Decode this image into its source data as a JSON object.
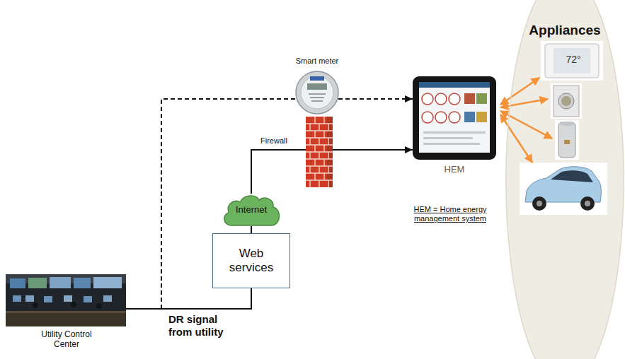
{
  "diagram": {
    "nodes": [
      {
        "text": [
          "Smart meter"
        ]
      },
      {
        "text": [
          "Firewall"
        ]
      },
      {
        "text": [
          "HEM"
        ]
      },
      {
        "text": [
          "Appliances"
        ]
      },
      {
        "text": [
          "Internet"
        ]
      },
      {
        "text": [
          "Web services"
        ]
      },
      {
        "text": [
          "Utility Control Center"
        ]
      }
    ],
    "edges": [
      {
        "from": 6,
        "to": 0,
        "arrow": "none"
      },
      {
        "from": 0,
        "to": 2,
        "arrow": "to"
      },
      {
        "from": 6,
        "to": 5,
        "arrow": "none"
      },
      {
        "from": 5,
        "to": 4,
        "arrow": "none"
      },
      {
        "from": 4,
        "to": 1,
        "arrow": "none"
      },
      {
        "from": 1,
        "to": 2,
        "arrow": "to"
      }
    ],
    "labels": [
      "72°",
      "HEM = Home energy management system",
      "DR signal from utility"
    ]
  }
}
